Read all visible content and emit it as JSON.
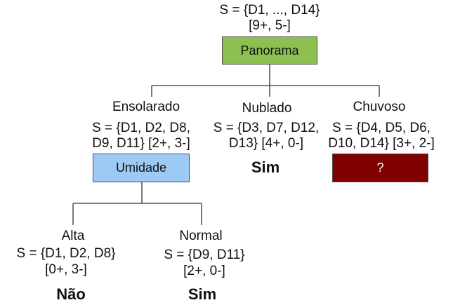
{
  "root": {
    "set": "S = {D1, ..., D14}",
    "counts": "[9+, 5-]",
    "attribute": "Panorama",
    "color": "#8cc152"
  },
  "branches": {
    "sunny": {
      "value": "Ensolarado",
      "set_line1": "S = {D1, D2, D8,",
      "set_line2": "D9, D11} [2+, 3-]",
      "node": "Umidade",
      "color": "#9dc9f5"
    },
    "cloudy": {
      "value": "Nublado",
      "set_line1": "S = {D3, D7, D12,",
      "set_line2": "D13} [4+, 0-]",
      "leaf": "Sim"
    },
    "rainy": {
      "value": "Chuvoso",
      "set_line1": "S = {D4, D5, D6,",
      "set_line2": "D10, D14} [3+, 2-]",
      "node": "?",
      "color": "#800000"
    }
  },
  "humidity_branches": {
    "high": {
      "value": "Alta",
      "set_line1": "S = {D1, D2, D8}",
      "set_line2": "[0+, 3-]",
      "leaf": "Não"
    },
    "normal": {
      "value": "Normal",
      "set_line1": "S = {D9, D11}",
      "set_line2": "[2+, 0-]",
      "leaf": "Sim"
    }
  }
}
